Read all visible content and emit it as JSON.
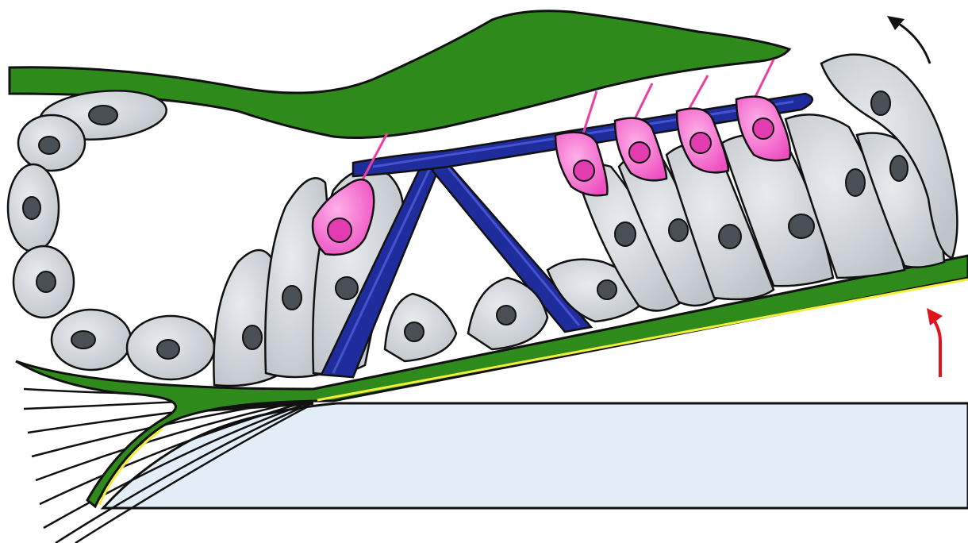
{
  "figure": {
    "subject": "organ-of-corti-cross-section",
    "labels": [],
    "colors": {
      "membrane_green": "#2f8a1c",
      "membrane_green_light": "#3fa82a",
      "pillar_blue": "#1f2d9c",
      "pillar_blue_light": "#4652d0",
      "hair_cell_pink": "#f05fc8",
      "hair_cell_pink_light": "#ff9ce3",
      "cell_gray": "#c9cdd2",
      "cell_gray_light": "#e4e8ec",
      "nucleus": "#4a4f55",
      "bone_blue": "#e4eef8",
      "arrow_red": "#e0141a",
      "outline": "#111111",
      "yellow_edge": "#f2ef3a"
    },
    "counts": {
      "outer_hair_cells": 4,
      "inner_hair_cells": 1,
      "nerve_fibers": 9
    }
  }
}
